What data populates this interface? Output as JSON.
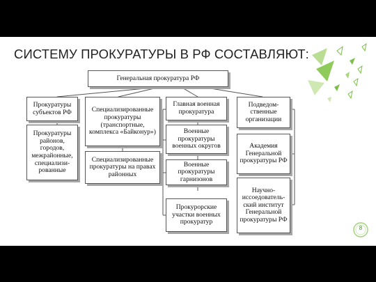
{
  "slide": {
    "title": "СИСТЕМУ ПРОКУРАТУРЫ В РФ СОСТАВЛЯЮТ:",
    "page_number": "8"
  },
  "diagram": {
    "root": "Генеральная прокуратура РФ",
    "columns": [
      {
        "head": "Прокуратуры субъектов РФ",
        "children": [
          "Прокуратуры районов, городов, межрайонные, специализи-рованные"
        ]
      },
      {
        "head": "Специализированные прокуратуры (транспортные, комплекса «Байконур»)",
        "children": [
          "Специализированные прокуратуры на правах районных"
        ]
      },
      {
        "head": "Главная военная прокуратура",
        "children": [
          "Военные прокуратуры военных округов",
          "Военные прокуратуры гарнизонов",
          "Прокурорские участки военных прокуратур"
        ]
      },
      {
        "head": "Подведом-ственные организации",
        "children": [
          "Академия Генеральной прокуратуры РФ",
          "Научно-иссоедователь-ский институт Генеральной прокуратуры РФ"
        ]
      }
    ]
  },
  "colors": {
    "accent_green": "#7bbf4a",
    "border": "#555555",
    "shadow": "#a6a6a6"
  },
  "icons": [
    "triangle-decoration",
    "page-number-badge"
  ]
}
